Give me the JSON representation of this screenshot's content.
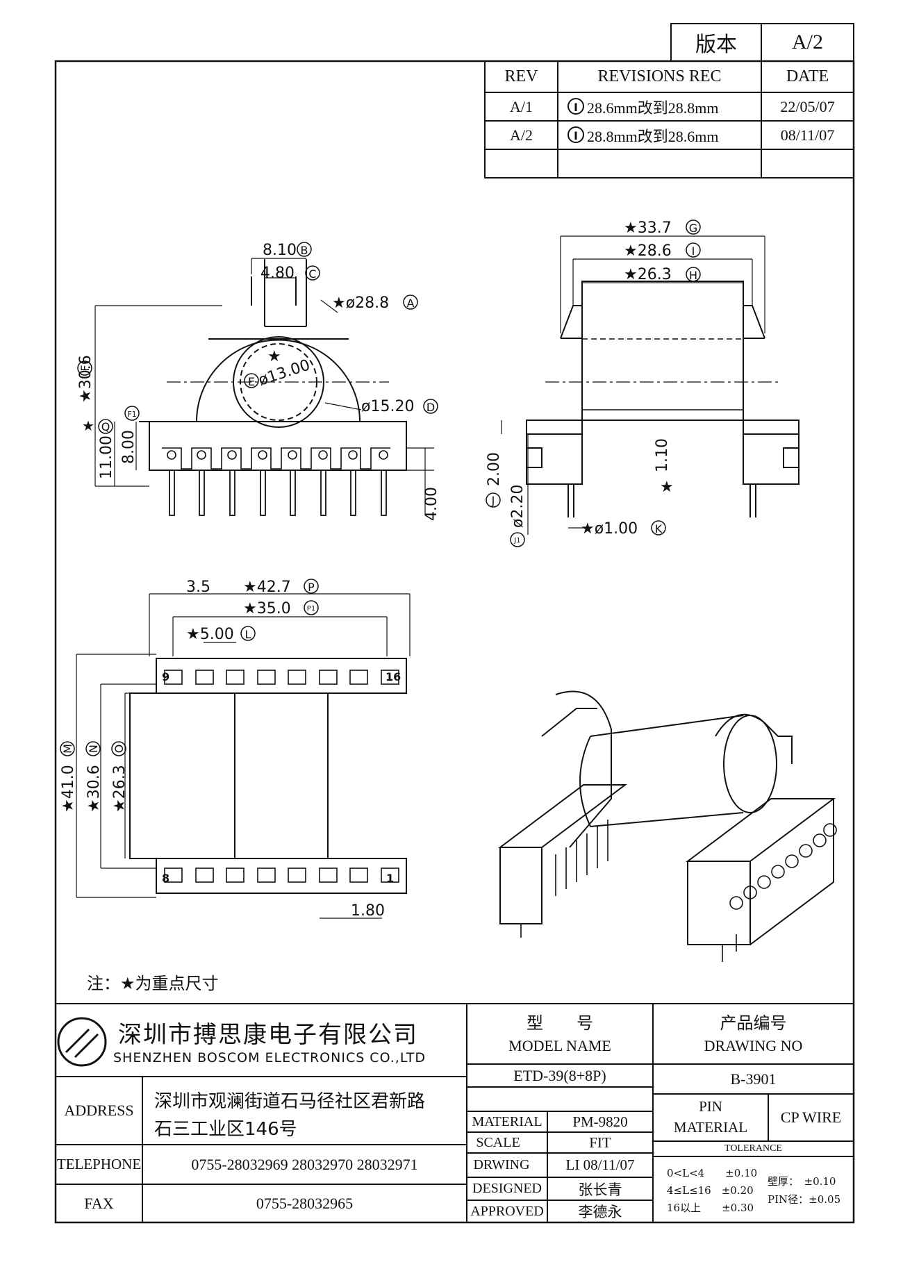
{
  "version": {
    "label": "版本",
    "value": "A/2"
  },
  "revisions": {
    "headers": [
      "REV",
      "REVISIONS REC",
      "DATE"
    ],
    "rows": [
      {
        "rev": "A/1",
        "mark": "I",
        "rec": "28.6mm改到28.8mm",
        "date": "22/05/07"
      },
      {
        "rev": "A/2",
        "mark": "I",
        "rec": "28.8mm改到28.6mm",
        "date": "08/11/07"
      }
    ]
  },
  "dimensions": {
    "front": {
      "d_8_10": "8.10",
      "m_B": "B",
      "d_4_80": "4.80",
      "m_C": "C",
      "d_28_8": "★ø28.8",
      "m_A": "A",
      "d_13": "ø13.00",
      "m_E": "E",
      "star": "★",
      "d_15_2": "ø15.20",
      "m_D": "D",
      "d_30_6": "★30.6",
      "m_F": "F",
      "m_F1": "F1",
      "star_q": "★",
      "m_Q": "Q",
      "d_11": "11.00",
      "d_8": "8.00",
      "d_4": "4.00"
    },
    "side": {
      "d_33_7": "★33.7",
      "m_G": "G",
      "d_28_6": "★28.6",
      "m_I": "I",
      "d_26_3": "★26.3",
      "m_H": "H",
      "d_2_00": "2.00",
      "m_J": "J",
      "d_2_20": "ø2.20",
      "m_J1": "J1",
      "d_1_10": "1.10",
      "star": "★",
      "d_1_00": "★ø1.00",
      "m_K": "K"
    },
    "bottom": {
      "d_3_5": "3.5",
      "d_42_7": "★42.7",
      "m_P": "P",
      "d_35": "★35.0",
      "m_P1": "P1",
      "d_5": "★5.00",
      "m_L": "L",
      "d_41": "★41.0",
      "m_M": "M",
      "d_30_6": "★30.6",
      "m_N": "N",
      "d_26_3": "★26.3",
      "m_O": "O",
      "d_1_80": "1.80",
      "pin_9": "9",
      "pin_16": "16",
      "pin_8": "8",
      "pin_1": "1"
    }
  },
  "note": "注：★为重点尺寸",
  "title_block": {
    "company_cn": "深圳市搏思康电子有限公司",
    "company_en": "SHENZHEN BOSCOM ELECTRONICS CO.,LTD",
    "model_cn": "型　　号",
    "model_en": "MODEL NAME",
    "drawing_cn": "产品编号",
    "drawing_en": "DRAWING NO",
    "model_value": "ETD-39(8+8P)",
    "drawing_value": "B-3901",
    "address_label": "ADDRESS",
    "address_line1": "深圳市观澜街道石马径社区君新路",
    "address_line2": "石三工业区146号",
    "telephone_label": "TELEPHONE",
    "telephone_value": "0755-28032969 28032970 28032971",
    "fax_label": "FAX",
    "fax_value": "0755-28032965",
    "material_label": "MATERIAL",
    "material_value": "PM-9820",
    "scale_label": "SCALE",
    "scale_value": "FIT",
    "drwing_label": "DRWING",
    "drwing_value": "LI 08/11/07",
    "designed_label": "DESIGNED",
    "designed_value": "张长青",
    "approved_label": "APPROVED",
    "approved_value": "李德永",
    "pin_material_label1": "PIN",
    "pin_material_label2": "MATERIAL",
    "pin_material_value": "CP WIRE",
    "tolerance_label": "TOLERANCE",
    "tol_1": "0<L<4　　±0.10",
    "tol_2": "4≤L≤16　±0.20",
    "tol_3": "16以上　　±0.30",
    "wall_tol": "壁厚：　±0.10",
    "pin_tol": "PIN径：±0.05"
  }
}
